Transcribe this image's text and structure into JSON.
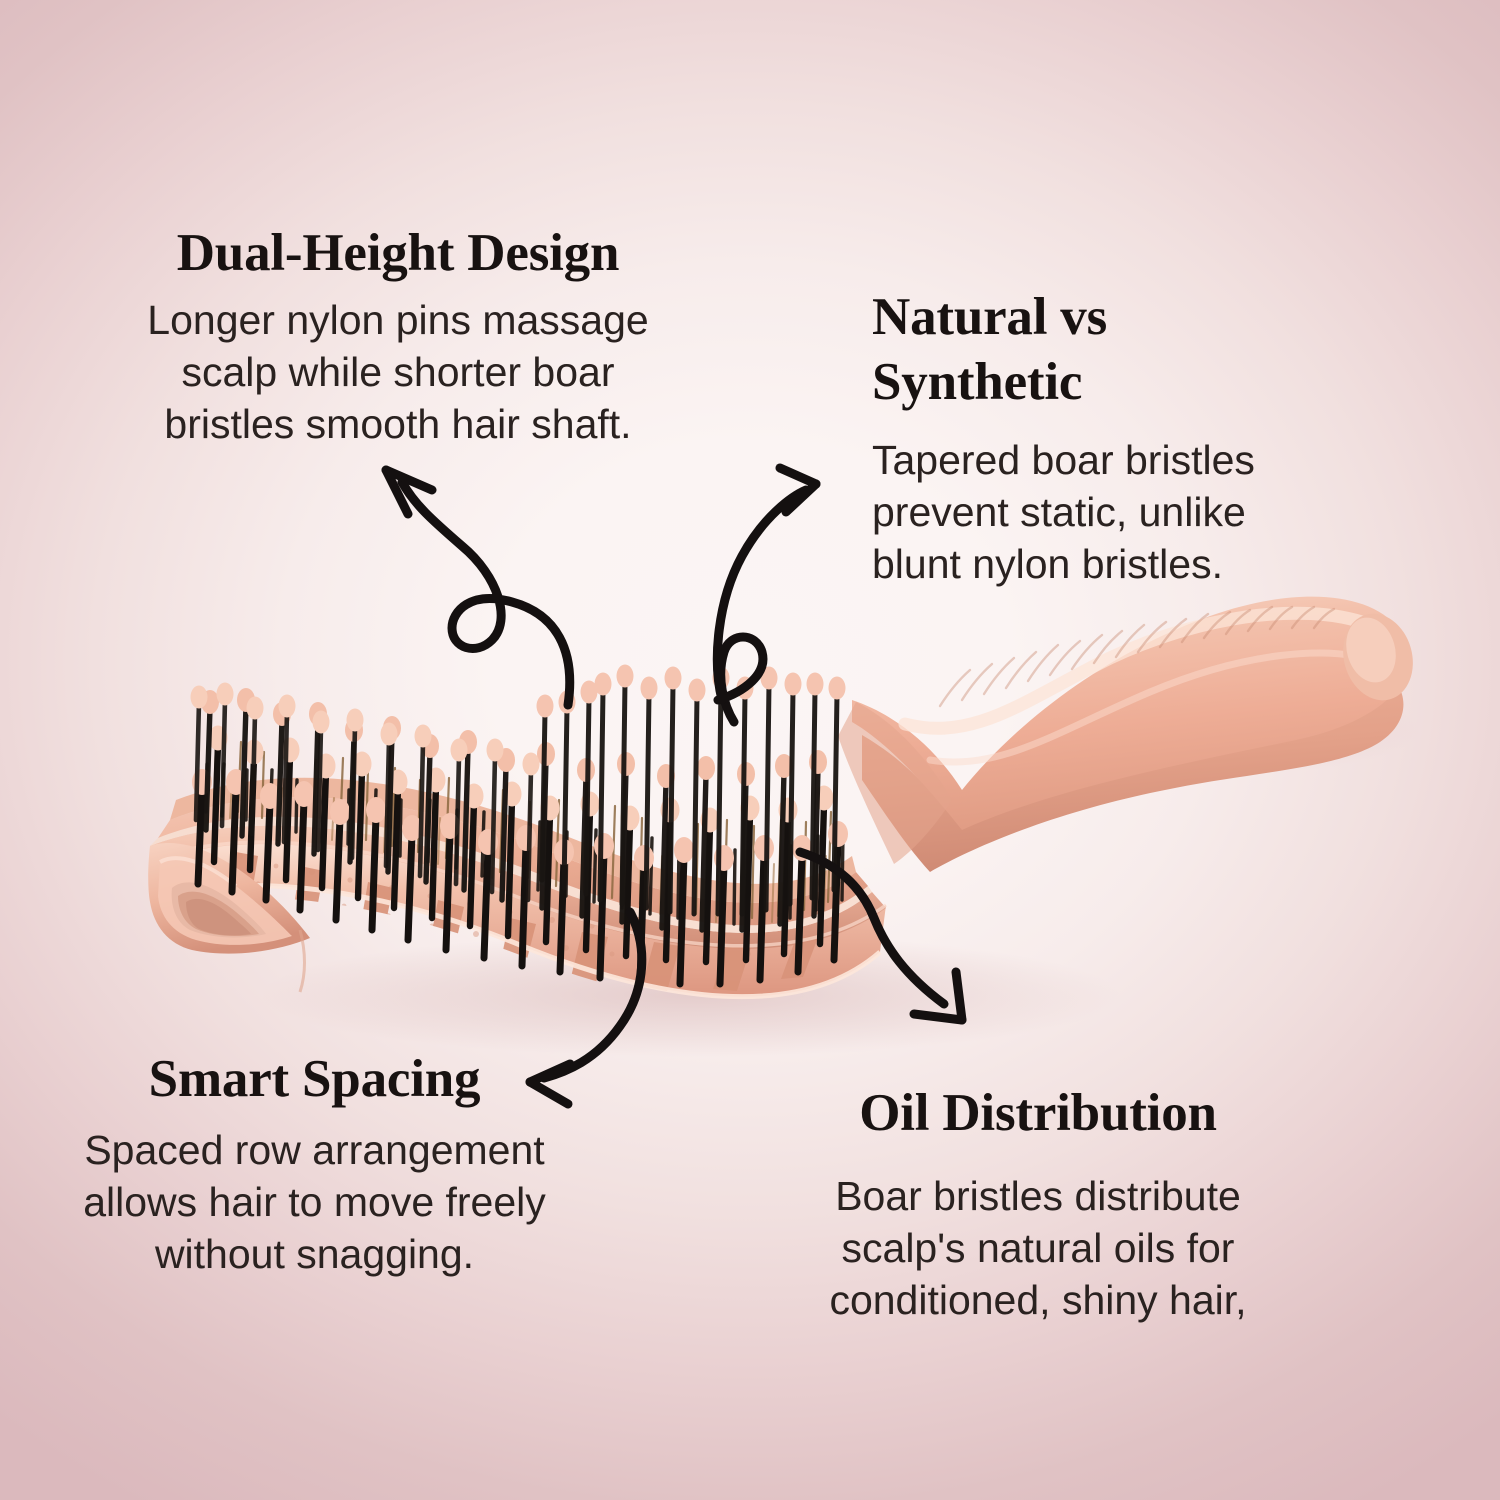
{
  "page": {
    "type": "product-feature-infographic",
    "subject": "Rose gold curved vented hair brush with boar bristles and nylon pins",
    "background": {
      "style": "radial-gradient",
      "center_color": "#fbf5f4",
      "edge_color": "#dbb9bd"
    }
  },
  "palette": {
    "heading_text": "#181211",
    "body_text": "#2a2220",
    "arrow": "#141010",
    "rose_gold_light": "#f6cfbe",
    "rose_gold": "#f0b9a4",
    "rose_gold_mid": "#e8a893",
    "rose_gold_dark": "#d8917c",
    "rose_gold_shadow": "#c07f6c",
    "bristle_black": "#191512",
    "bristle_tip_pink": "#f5c4b0",
    "boar_bristle_tan": "#9a7248"
  },
  "callouts": [
    {
      "id": "dual-height",
      "heading": "Dual-Height Design",
      "body_lines": [
        "Longer nylon pins massage",
        "scalp while shorter boar",
        "bristles smooth hair shaft."
      ],
      "align": "center",
      "arrow": "s-curve-up-left"
    },
    {
      "id": "natural-vs-synthetic",
      "heading_lines": [
        "Natural vs",
        "Synthetic"
      ],
      "heading": "Natural vs Synthetic",
      "body_lines": [
        "Tapered boar bristles",
        "prevent static, unlike",
        "blunt nylon bristles."
      ],
      "align": "left",
      "arrow": "loop-curve-up-right"
    },
    {
      "id": "smart-spacing",
      "heading": "Smart Spacing",
      "body_lines": [
        "Spaced row arrangement",
        "allows hair to move freely",
        "without snagging."
      ],
      "align": "center",
      "arrow": "curve-down-left"
    },
    {
      "id": "oil-distribution",
      "heading": "Oil Distribution",
      "body_lines": [
        "Boar bristles distribute",
        "scalp's natural oils for",
        "conditioned, shiny hair,"
      ],
      "align": "center",
      "arrow": "s-curve-down-right"
    }
  ],
  "product": {
    "name": "vented curved paddle hair brush",
    "body_color": "#f0b9a4",
    "handle_color": "#f0b9a4",
    "bristle_rows": 9,
    "vent_slots": 9,
    "features": [
      "dual-height bristles",
      "rose gold textured handle",
      "hanging hole at paddle tip",
      "vented slotted base"
    ]
  }
}
